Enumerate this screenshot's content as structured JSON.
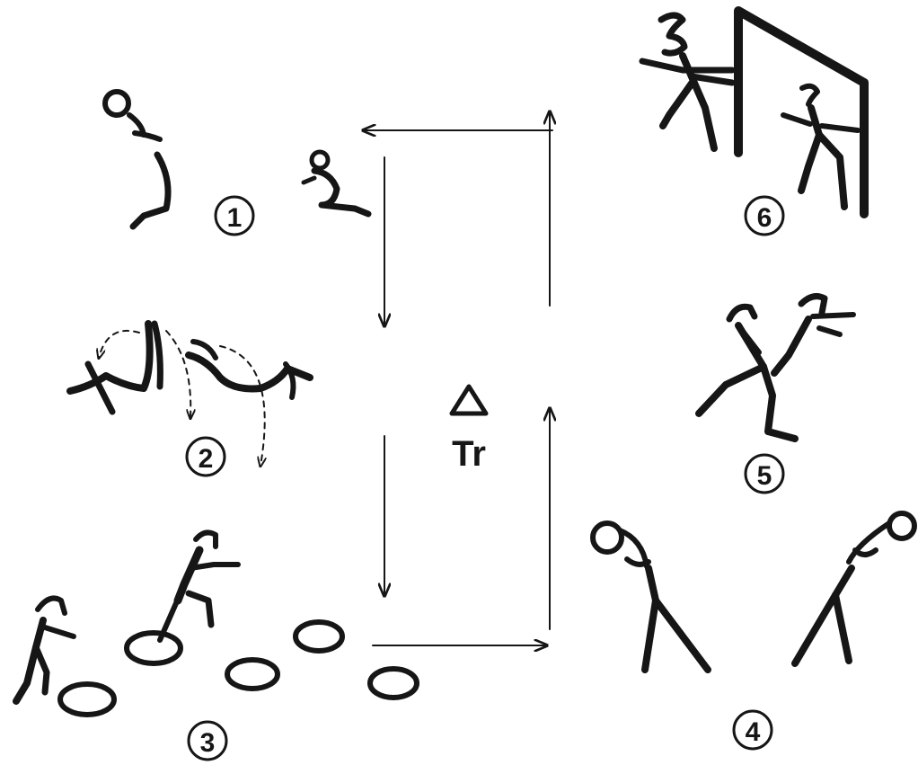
{
  "diagram": {
    "trainer": {
      "symbol": "△",
      "label": "Tr"
    },
    "stations": [
      {
        "number": "1",
        "icon": "tuck-jump-figures-icon"
      },
      {
        "number": "2",
        "icon": "sit-up-partner-figures-icon"
      },
      {
        "number": "3",
        "icon": "hoop-hop-figures-icon"
      },
      {
        "number": "4",
        "icon": "medicine-ball-lift-figures-icon"
      },
      {
        "number": "5",
        "icon": "partner-kick-figures-icon"
      },
      {
        "number": "6",
        "icon": "wall-push-figures-icon"
      }
    ],
    "circuit_direction": "counter-clockwise",
    "colors": {
      "ink": "#161616",
      "background": "#ffffff"
    }
  }
}
